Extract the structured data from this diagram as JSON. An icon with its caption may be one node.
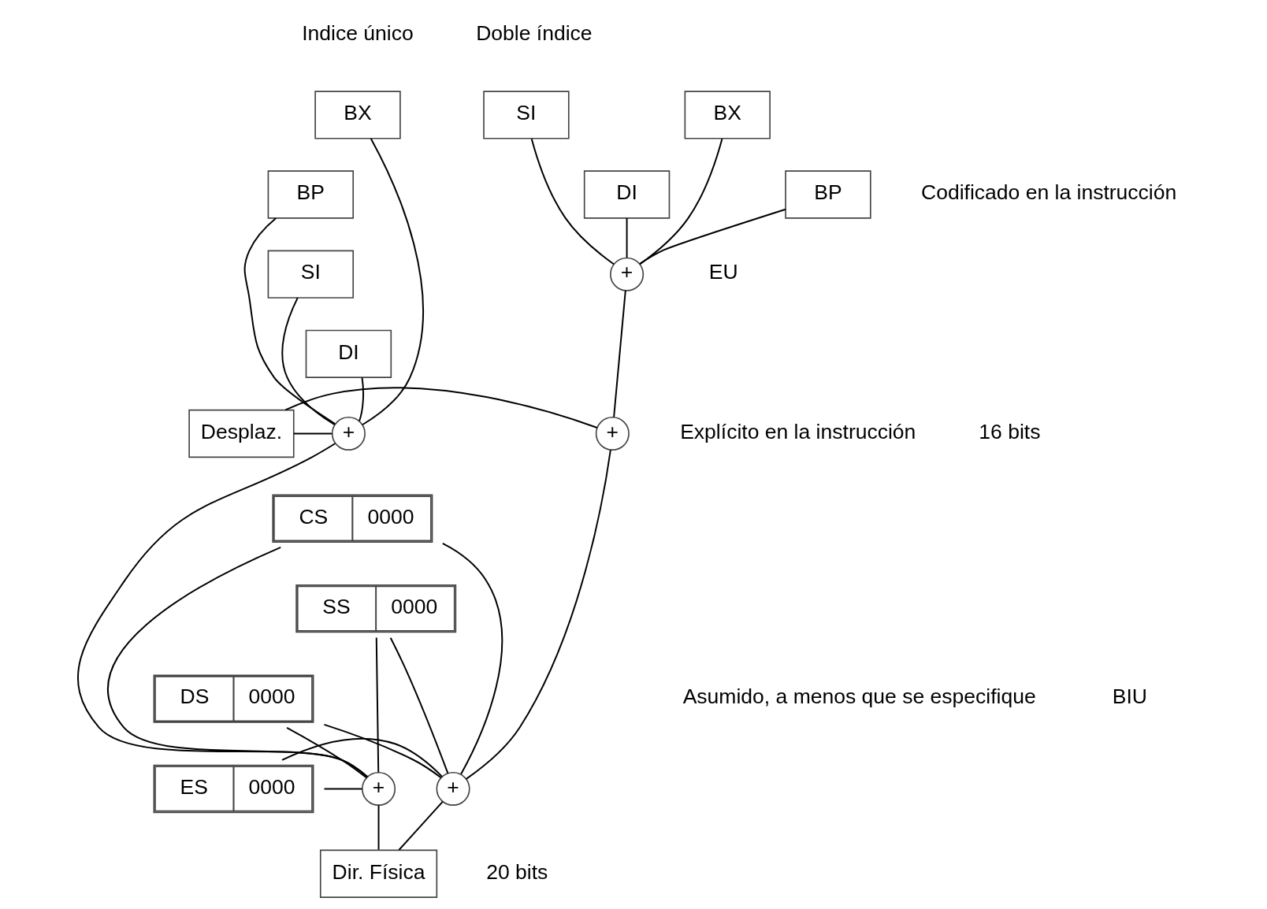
{
  "diagram": {
    "nodes": [
      {
        "text": [
          "BX"
        ]
      },
      {
        "text": [
          "BP"
        ]
      },
      {
        "text": [
          "SI"
        ]
      },
      {
        "text": [
          "DI"
        ]
      },
      {
        "text": [
          "+"
        ]
      },
      {
        "text": [
          "Desplaz."
        ]
      },
      {
        "text": [
          "+"
        ]
      },
      {
        "text": [
          "BX"
        ]
      },
      {
        "text": [
          "BP"
        ]
      },
      {
        "text": [
          "SI"
        ]
      },
      {
        "text": [
          "DI"
        ]
      },
      {
        "text": [
          "+"
        ]
      },
      {
        "text": [
          "CS",
          "0000"
        ]
      },
      {
        "text": [
          "SS",
          "0000"
        ]
      },
      {
        "text": [
          "DS",
          "0000"
        ]
      },
      {
        "text": [
          "ES",
          "0000"
        ]
      },
      {
        "text": [
          "+"
        ]
      },
      {
        "text": [
          "+"
        ]
      },
      {
        "text": [
          "Dir. Física"
        ]
      }
    ],
    "edges": [
      {
        "from": 0,
        "to": 4,
        "arrow": "none"
      },
      {
        "from": 1,
        "to": 4,
        "arrow": "none"
      },
      {
        "from": 2,
        "to": 4,
        "arrow": "none"
      },
      {
        "from": 3,
        "to": 4,
        "arrow": "none"
      },
      {
        "from": 7,
        "to": 11,
        "arrow": "none"
      },
      {
        "from": 8,
        "to": 11,
        "arrow": "none"
      },
      {
        "from": 9,
        "to": 11,
        "arrow": "none"
      },
      {
        "from": 10,
        "to": 11,
        "arrow": "none"
      },
      {
        "from": 11,
        "to": 6,
        "arrow": "none"
      },
      {
        "from": 5,
        "to": 4,
        "arrow": "none"
      },
      {
        "from": 5,
        "to": 6,
        "arrow": "none"
      },
      {
        "from": 4,
        "to": 16,
        "arrow": "none"
      },
      {
        "from": 6,
        "to": 17,
        "arrow": "none"
      },
      {
        "from": 12,
        "to": 16,
        "arrow": "none"
      },
      {
        "from": 13,
        "to": 16,
        "arrow": "none"
      },
      {
        "from": 14,
        "to": 16,
        "arrow": "none"
      },
      {
        "from": 15,
        "to": 16,
        "arrow": "none"
      },
      {
        "from": 12,
        "to": 17,
        "arrow": "none"
      },
      {
        "from": 13,
        "to": 17,
        "arrow": "none"
      },
      {
        "from": 14,
        "to": 17,
        "arrow": "none"
      },
      {
        "from": 15,
        "to": 17,
        "arrow": "none"
      },
      {
        "from": 16,
        "to": 18,
        "arrow": "none"
      },
      {
        "from": 17,
        "to": 18,
        "arrow": "none"
      }
    ],
    "labels": [
      "Indice único",
      "Doble índice",
      "Codificado en la instrucción",
      "Explícito en la instrucción",
      "Asumido, a menos que se especifique",
      "EU",
      "16 bits",
      "BIU",
      "20 bits"
    ]
  }
}
